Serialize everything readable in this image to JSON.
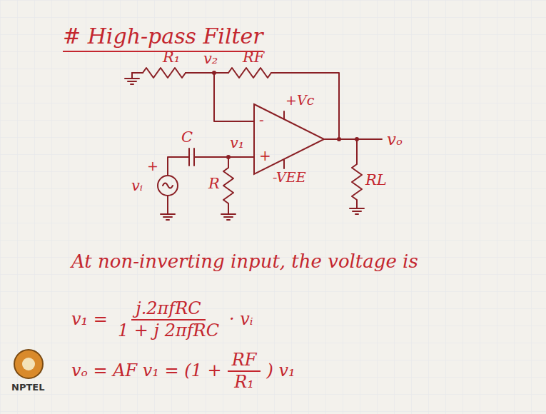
{
  "diagram": {
    "title": "# High-pass Filter",
    "nodes": [
      {
        "text": [
          "-",
          "+"
        ]
      }
    ],
    "labels": [
      "R₁",
      "v₂",
      "RF",
      "+Vc",
      "C",
      "v₁",
      "+",
      "vᵢ",
      "R",
      "-VEE",
      "vₒ",
      "RL",
      "At non-inverting input, the voltage is",
      "v₁ =",
      "j.2πfRC",
      "1 + j 2πfRC",
      "· vᵢ",
      "vₒ = AF v₁ = (1 +",
      "RF",
      "R₁",
      ") v₁",
      "NPTEL"
    ]
  }
}
